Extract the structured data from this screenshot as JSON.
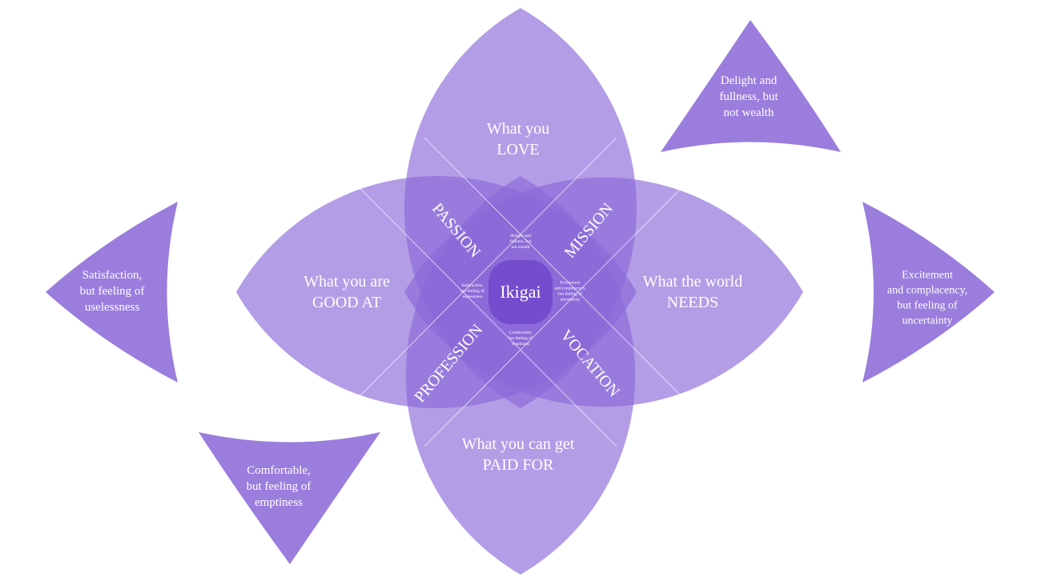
{
  "colors": {
    "petal": "#8a68d8",
    "wedge": "#9a7ddd",
    "center": "#6a3fc8",
    "text": "#ffffff"
  },
  "petals": {
    "love": [
      "What you",
      "LOVE"
    ],
    "good_at": [
      "What you are",
      "GOOD AT"
    ],
    "world_needs": [
      "What the world",
      "NEEDS"
    ],
    "paid_for": [
      "What you can get",
      "PAID FOR"
    ]
  },
  "overlaps": {
    "passion": "PASSION",
    "mission": "MISSION",
    "profession": "PROFESSION",
    "vocation": "VOCATION"
  },
  "center": "Ikigai",
  "inner_notes": {
    "top": [
      "Delight and",
      "fullness, but",
      "not wealth"
    ],
    "left": [
      "Satisfaction,",
      "but feeling of",
      "uselessness"
    ],
    "right": [
      "Excitement",
      "and complacency,",
      "but feeling of",
      "uncertainty"
    ],
    "bottom": [
      "Comfortable,",
      "but feeling of",
      "emptiness"
    ]
  },
  "outer_notes": {
    "top_right": [
      "Delight and",
      "fullness, but",
      "not wealth"
    ],
    "left": [
      "Satisfaction,",
      "but feeling of",
      "uselessness"
    ],
    "right": [
      "Excitement",
      "and complacency,",
      "but feeling of",
      "uncertainty"
    ],
    "bottom_left": [
      "Comfortable,",
      "but feeling of",
      "emptiness"
    ]
  }
}
